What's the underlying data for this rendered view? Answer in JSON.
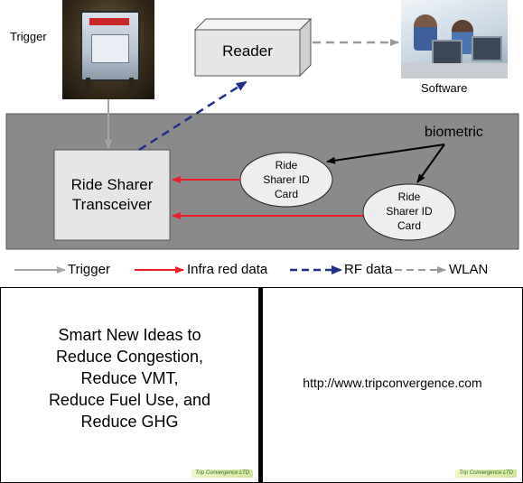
{
  "diagram": {
    "trigger_label": "Trigger",
    "reader_label": "Reader",
    "software_label": "Software",
    "biometric_label": "biometric",
    "transceiver_label": [
      "Ride Sharer",
      "Transceiver"
    ],
    "id_card_1_label": [
      "Ride",
      "Sharer ID",
      "Card"
    ],
    "id_card_2_label": [
      "Ride",
      "Sharer ID",
      "Card"
    ],
    "colors": {
      "panel_bg": "#8a8a8a",
      "box_fill": "#e6e6e6",
      "trigger_line": "#a6a6a6",
      "infrared": "#ee1c24",
      "rf": "#1f2e8c",
      "wlan": "#999999",
      "biometric_arrow": "#000000"
    }
  },
  "legend": [
    {
      "label": "Trigger",
      "style": "solid",
      "color": "#a6a6a6"
    },
    {
      "label": "Infra red data",
      "style": "solid",
      "color": "#ee1c24"
    },
    {
      "label": "RF data",
      "style": "dashed",
      "color": "#1f2e8c"
    },
    {
      "label": "WLAN",
      "style": "dashed",
      "color": "#999999"
    }
  ],
  "slides": {
    "left_lines": [
      "Smart New Ideas to",
      "Reduce Congestion,",
      "Reduce VMT,",
      "Reduce Fuel Use, and",
      "Reduce GHG"
    ],
    "right_text": "http://www.tripconvergence.com",
    "logo_text": "Trip Convergence LTD"
  }
}
